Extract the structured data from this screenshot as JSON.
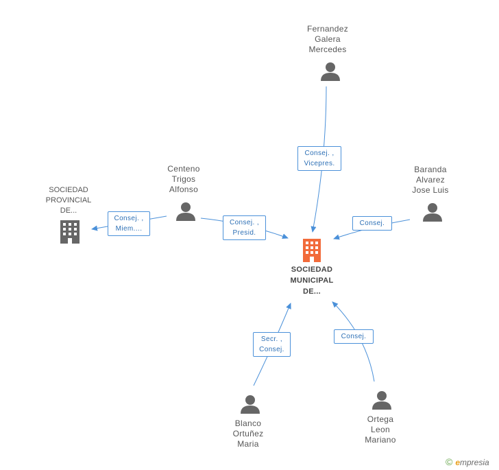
{
  "center": {
    "lines": [
      "SOCIEDAD",
      "MUNICIPAL",
      "DE..."
    ],
    "color": "#f26b3a"
  },
  "company2": {
    "lines": [
      "SOCIEDAD",
      "PROVINCIAL",
      "DE..."
    ],
    "color": "#666666"
  },
  "persons": [
    {
      "id": "fernandez",
      "lines": [
        "Fernandez",
        "Galera",
        "Mercedes"
      ]
    },
    {
      "id": "centeno",
      "lines": [
        "Centeno",
        "Trigos",
        "Alfonso"
      ]
    },
    {
      "id": "baranda",
      "lines": [
        "Baranda",
        "Alvarez",
        "Jose Luis"
      ]
    },
    {
      "id": "blanco",
      "lines": [
        "Blanco",
        "Ortuñez",
        "Maria"
      ]
    },
    {
      "id": "ortega",
      "lines": [
        "Ortega",
        "Leon",
        "Mariano"
      ]
    }
  ],
  "roles": [
    {
      "id": "fernandez-role",
      "lines": [
        "Consej. ,",
        "Vicepres."
      ]
    },
    {
      "id": "centeno-center-role",
      "lines": [
        "Consej. ,",
        "Presid."
      ]
    },
    {
      "id": "centeno-provincial-role",
      "lines": [
        "Consej. ,",
        "Miem...."
      ]
    },
    {
      "id": "baranda-role",
      "lines": [
        "Consej."
      ]
    },
    {
      "id": "blanco-role",
      "lines": [
        "Secr. ,",
        "Consej."
      ]
    },
    {
      "id": "ortega-role",
      "lines": [
        "Consej."
      ]
    }
  ],
  "colors": {
    "person": "#666666",
    "edge": "#4a90d9"
  },
  "footer": {
    "copyright": "©",
    "brand_e": "e",
    "brand_rest": "mpresia"
  }
}
